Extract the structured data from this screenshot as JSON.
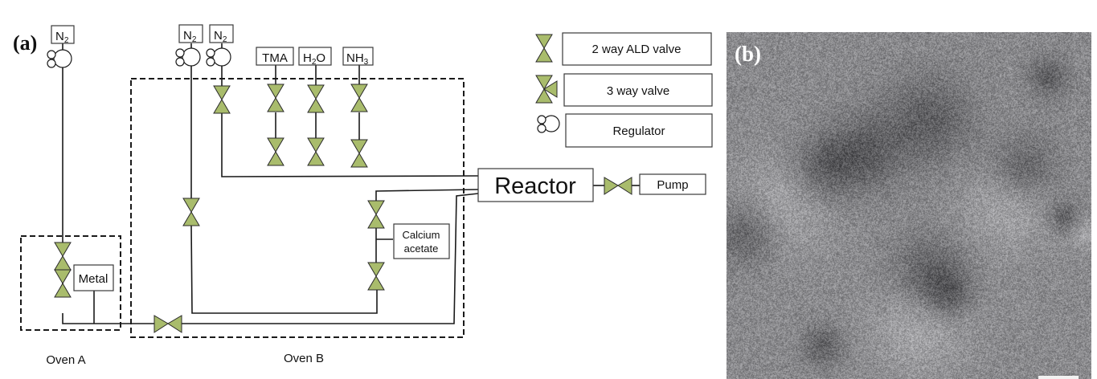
{
  "figure": {
    "panel_a_label": "(a)",
    "panel_b_label": "(b)"
  },
  "sources": {
    "n2_oven_a": {
      "main": "N",
      "sub": "2"
    },
    "n2_left": {
      "main": "N",
      "sub": "2"
    },
    "n2_right": {
      "main": "N",
      "sub": "2"
    },
    "tma": {
      "main": "TMA",
      "sub": ""
    },
    "h2o": {
      "main": "H",
      "sub": "2",
      "tail": "O"
    },
    "nh3": {
      "main": "NH",
      "sub": "3"
    }
  },
  "components": {
    "metal": "Metal",
    "calcium_line1": "Calcium",
    "calcium_line2": "acetate",
    "reactor": "Reactor",
    "pump": "Pump"
  },
  "ovens": {
    "a": "Oven A",
    "b": "Oven B"
  },
  "legend": [
    {
      "symbol": "two-way-valve",
      "label": "2 way ALD valve"
    },
    {
      "symbol": "three-way-valve",
      "label": "3 way valve"
    },
    {
      "symbol": "regulator",
      "label": "Regulator"
    }
  ],
  "colors": {
    "valve_fill": "#a9bc6c",
    "micrograph_gray": "#8a8a8a"
  }
}
